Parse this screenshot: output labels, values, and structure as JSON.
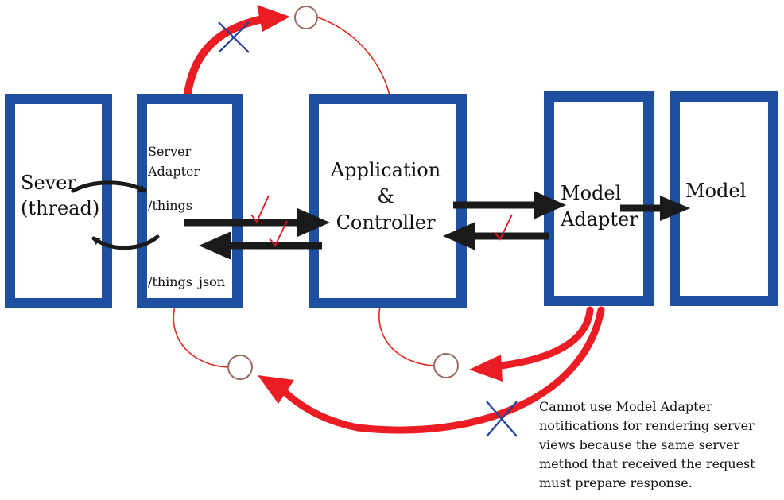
{
  "boxes": {
    "server": {
      "label_line1": "Sever",
      "label_line2": "(thread)"
    },
    "server_adapter": {
      "title_line1": "Server",
      "title_line2": "Adapter",
      "route_things": "/things",
      "route_things_json": "/things_json"
    },
    "app_controller": {
      "line1": "Application",
      "line2": "&",
      "line3": "Controller"
    },
    "model_adapter": {
      "line1": "Model",
      "line2": "Adapter"
    },
    "model": {
      "label": "Model"
    }
  },
  "note": {
    "lines": [
      "Cannot use Model Adapter",
      "notifications for rendering server",
      "views because the same server",
      "method that received the request",
      "must prepare response."
    ]
  },
  "colors": {
    "box_border": "#1f4fa0",
    "red_arrow": "#ec1c24",
    "thin_red_line": "#e0281e",
    "black_arrow": "#1a1a1a",
    "blocked_mark": "#1f3f9a",
    "check_mark": "#e8141c",
    "node_outline": "#9c6b62"
  }
}
